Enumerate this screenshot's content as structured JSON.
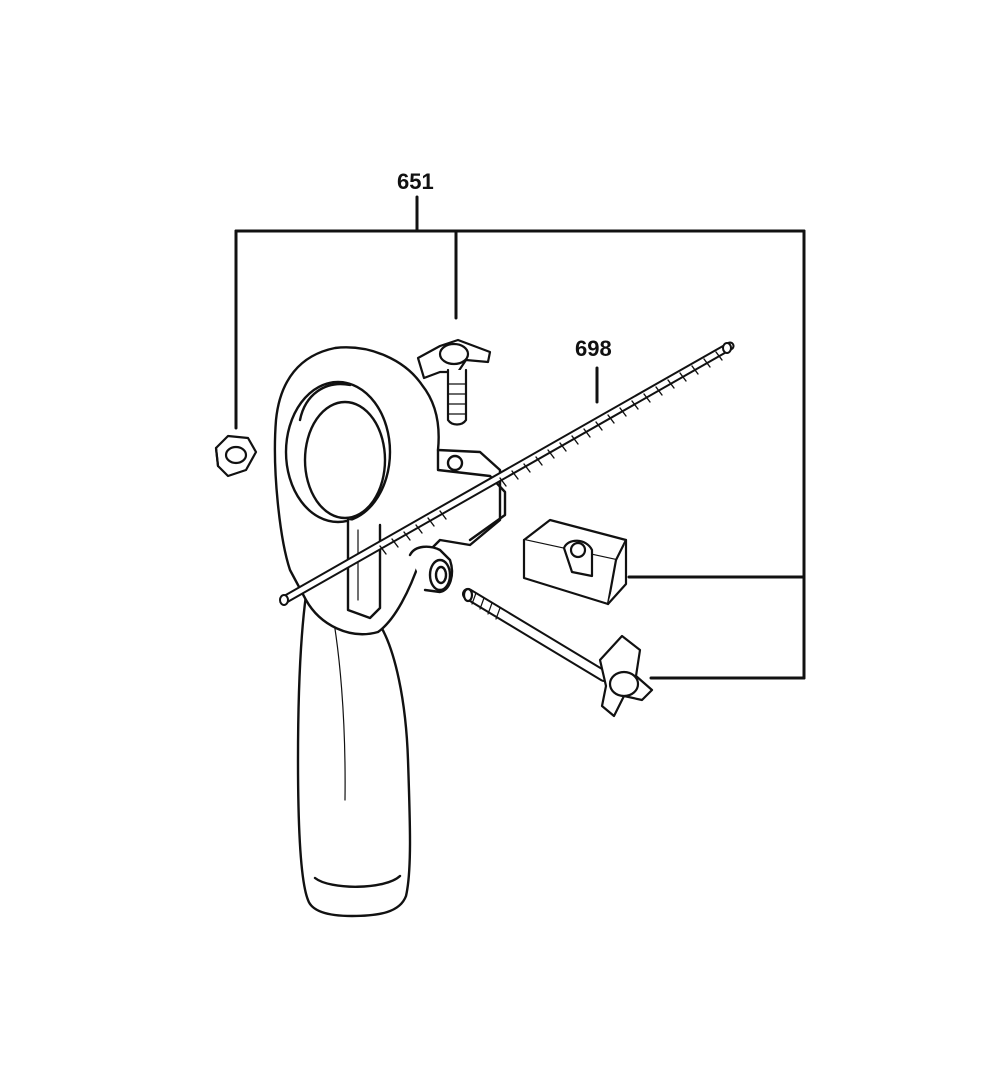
{
  "diagram": {
    "callouts": [
      {
        "id": "651",
        "text": "651"
      },
      {
        "id": "698",
        "text": "698"
      }
    ],
    "colors": {
      "ink": "#111111",
      "fill": "#ffffff",
      "shade": "#f2f2f2"
    }
  }
}
